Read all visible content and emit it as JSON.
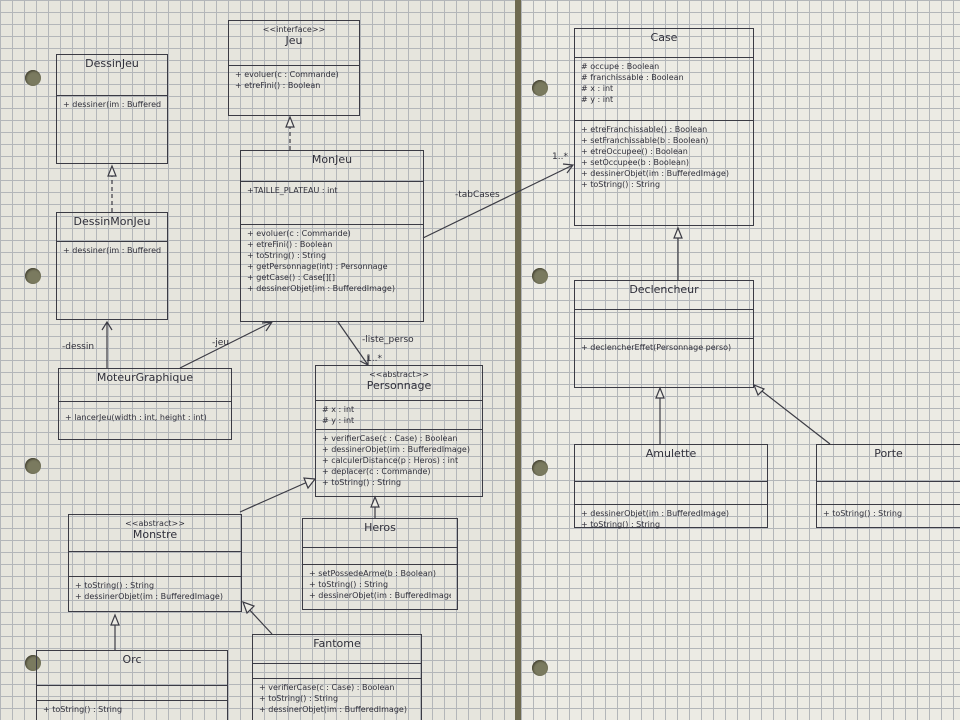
{
  "classes": {
    "dessin_jeu": {
      "name": "DessinJeu",
      "methods": [
        "+ dessiner(im : BufferedImage)"
      ]
    },
    "jeu": {
      "stereotype": "<<interface>>",
      "name": "Jeu",
      "methods": [
        "+ evoluer(c : Commande)",
        "+ etreFini() : Boolean"
      ]
    },
    "dessin_mon_jeu": {
      "name": "DessinMonJeu",
      "methods": [
        "+ dessiner(im : BufferedImage)"
      ]
    },
    "mon_jeu": {
      "name": "MonJeu",
      "attributes": [
        "+TAILLE_PLATEAU : int"
      ],
      "methods": [
        "+ evoluer(c : Commande)",
        "+ etreFini() : Boolean",
        "+ toString() : String",
        "+ getPersonnage(int) : Personnage",
        "+ getCase() : Case[][]",
        "+ dessinerObjet(im : BufferedImage)"
      ]
    },
    "moteur_graphique": {
      "name": "MoteurGraphique",
      "methods": [
        "+ lancerJeu(width : int, height : int)"
      ]
    },
    "personnage": {
      "stereotype": "<<abstract>>",
      "name": "Personnage",
      "attributes": [
        "# x : int",
        "# y : int"
      ],
      "methods": [
        "+ verifierCase(c : Case) : Boolean",
        "+ dessinerObjet(im : BufferedImage)",
        "+ calculerDistance(p : Heros) : int",
        "+ deplacer(c : Commande)",
        "+ toString() : String"
      ]
    },
    "monstre": {
      "stereotype": "<<abstract>>",
      "name": "Monstre",
      "methods": [
        "+ toString() : String",
        "+ dessinerObjet(im : BufferedImage)"
      ]
    },
    "heros": {
      "name": "Heros",
      "methods": [
        "+ setPossedeArme(b : Boolean)",
        "+ toString() : String",
        "+ dessinerObjet(im : BufferedImage)"
      ]
    },
    "orc": {
      "name": "Orc",
      "methods": [
        "+ toString() : String"
      ]
    },
    "fantome": {
      "name": "Fantome",
      "methods": [
        "+ verifierCase(c : Case) : Boolean",
        "+ toString() : String",
        "+ dessinerObjet(im : BufferedImage)"
      ]
    },
    "case": {
      "name": "Case",
      "attributes": [
        "# occupe : Boolean",
        "# franchissable : Boolean",
        "# x : int",
        "# y : int"
      ],
      "methods": [
        "+ etreFranchissable() : Boolean",
        "+ setFranchissable(b : Boolean)",
        "+ etreOccupee() : Boolean",
        "+ setOccupee(b : Boolean)",
        "+ dessinerObjet(im : BufferedImage)",
        "+ toString() : String"
      ]
    },
    "declencheur": {
      "name": "Declencheur",
      "methods": [
        "+ declencherEffet(Personnage perso)"
      ]
    },
    "amulette": {
      "name": "Amulette",
      "methods": [
        "+ dessinerObjet(im : BufferedImage)",
        "+ toString() : String"
      ]
    },
    "porte": {
      "name": "Porte",
      "methods": [
        "+ toString() : String"
      ]
    }
  },
  "relations": {
    "dessin_label": "-dessin",
    "jeu_label": "-jeu",
    "plateau_label": "-tabCases",
    "plateau_multiplicity": "1..*",
    "personnages_label": "-liste_perso",
    "personnages_multiplicity": "1..*"
  }
}
